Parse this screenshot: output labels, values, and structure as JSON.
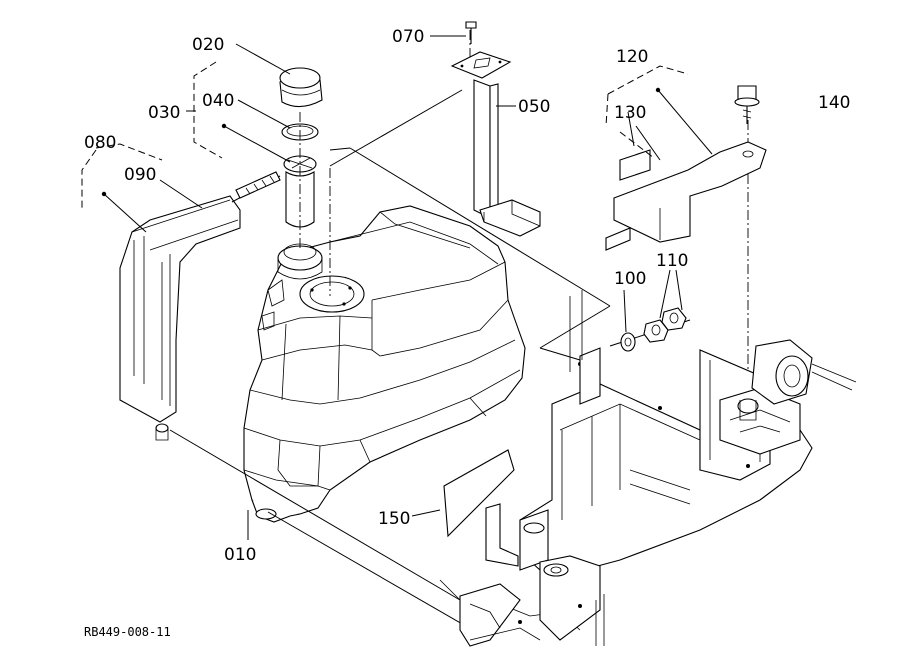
{
  "diagram": {
    "part_labels": {
      "p010": "010",
      "p020": "020",
      "p030": "030",
      "p040": "040",
      "p050": "050",
      "p070": "070",
      "p080": "080",
      "p090": "090",
      "p100": "100",
      "p110": "110",
      "p120": "120",
      "p130": "130",
      "p140": "140",
      "p150": "150"
    },
    "drawing_code": "RB449-008-11"
  }
}
